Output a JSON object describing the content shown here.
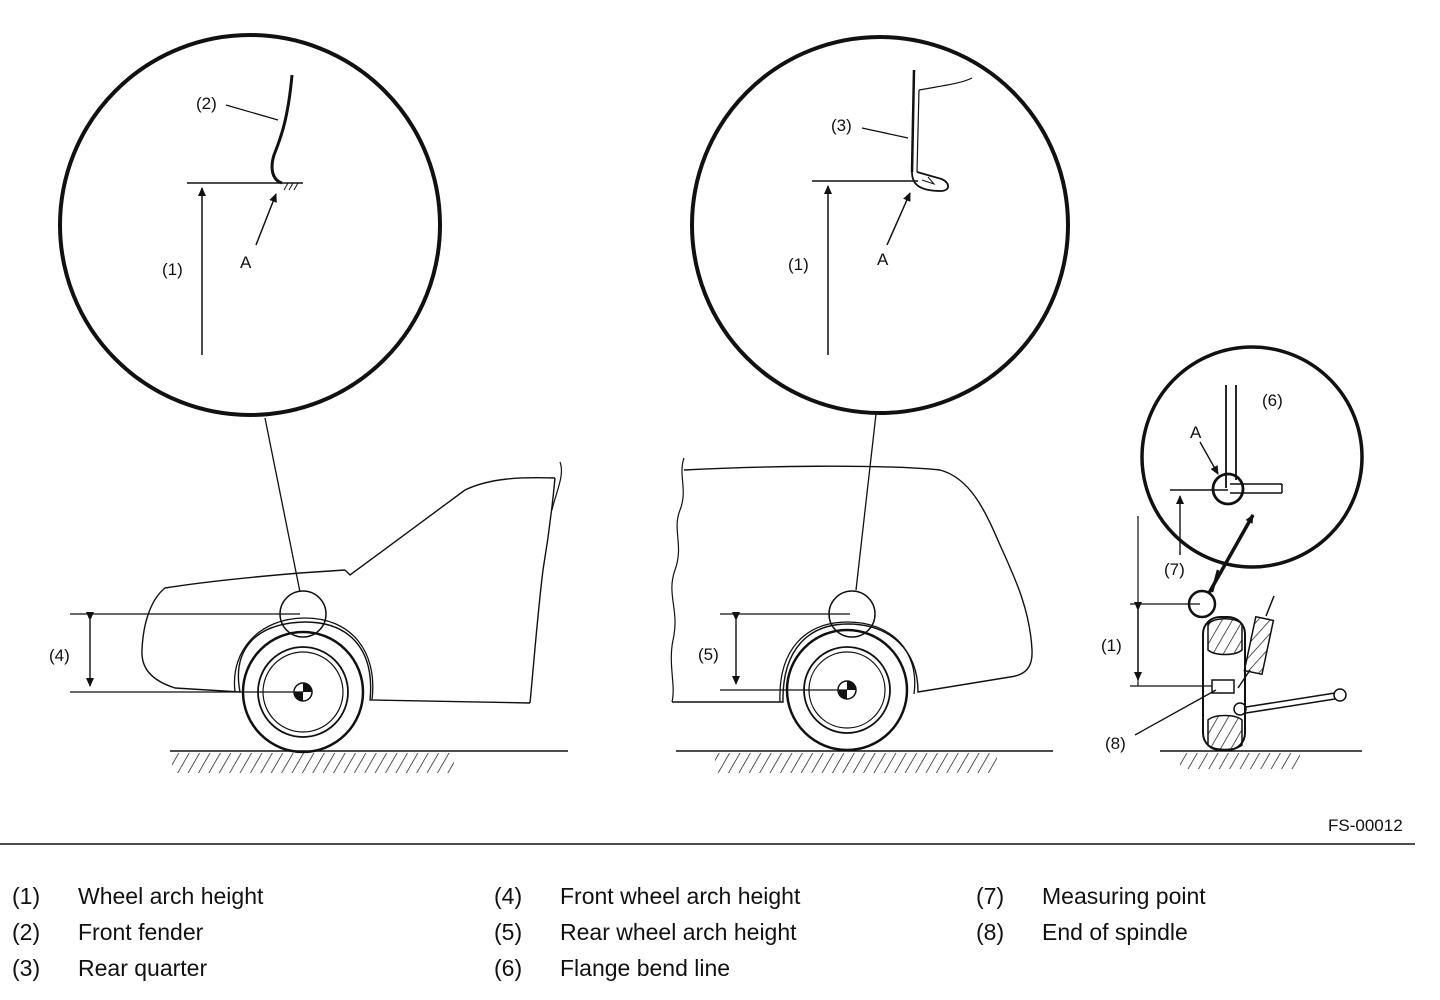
{
  "figure_id": "FS-00012",
  "callouts": {
    "c1": "(1)",
    "c2": "(2)",
    "c3": "(3)",
    "c4": "(4)",
    "c5": "(5)",
    "c6": "(6)",
    "c7": "(7)",
    "c8": "(8)",
    "point_a": "A"
  },
  "legend": [
    {
      "num": "(1)",
      "text": "Wheel arch height"
    },
    {
      "num": "(2)",
      "text": "Front fender"
    },
    {
      "num": "(3)",
      "text": "Rear quarter"
    },
    {
      "num": "(4)",
      "text": "Front wheel arch height"
    },
    {
      "num": "(5)",
      "text": "Rear wheel arch height"
    },
    {
      "num": "(6)",
      "text": "Flange bend line"
    },
    {
      "num": "(7)",
      "text": "Measuring point"
    },
    {
      "num": "(8)",
      "text": "End of spindle"
    }
  ]
}
